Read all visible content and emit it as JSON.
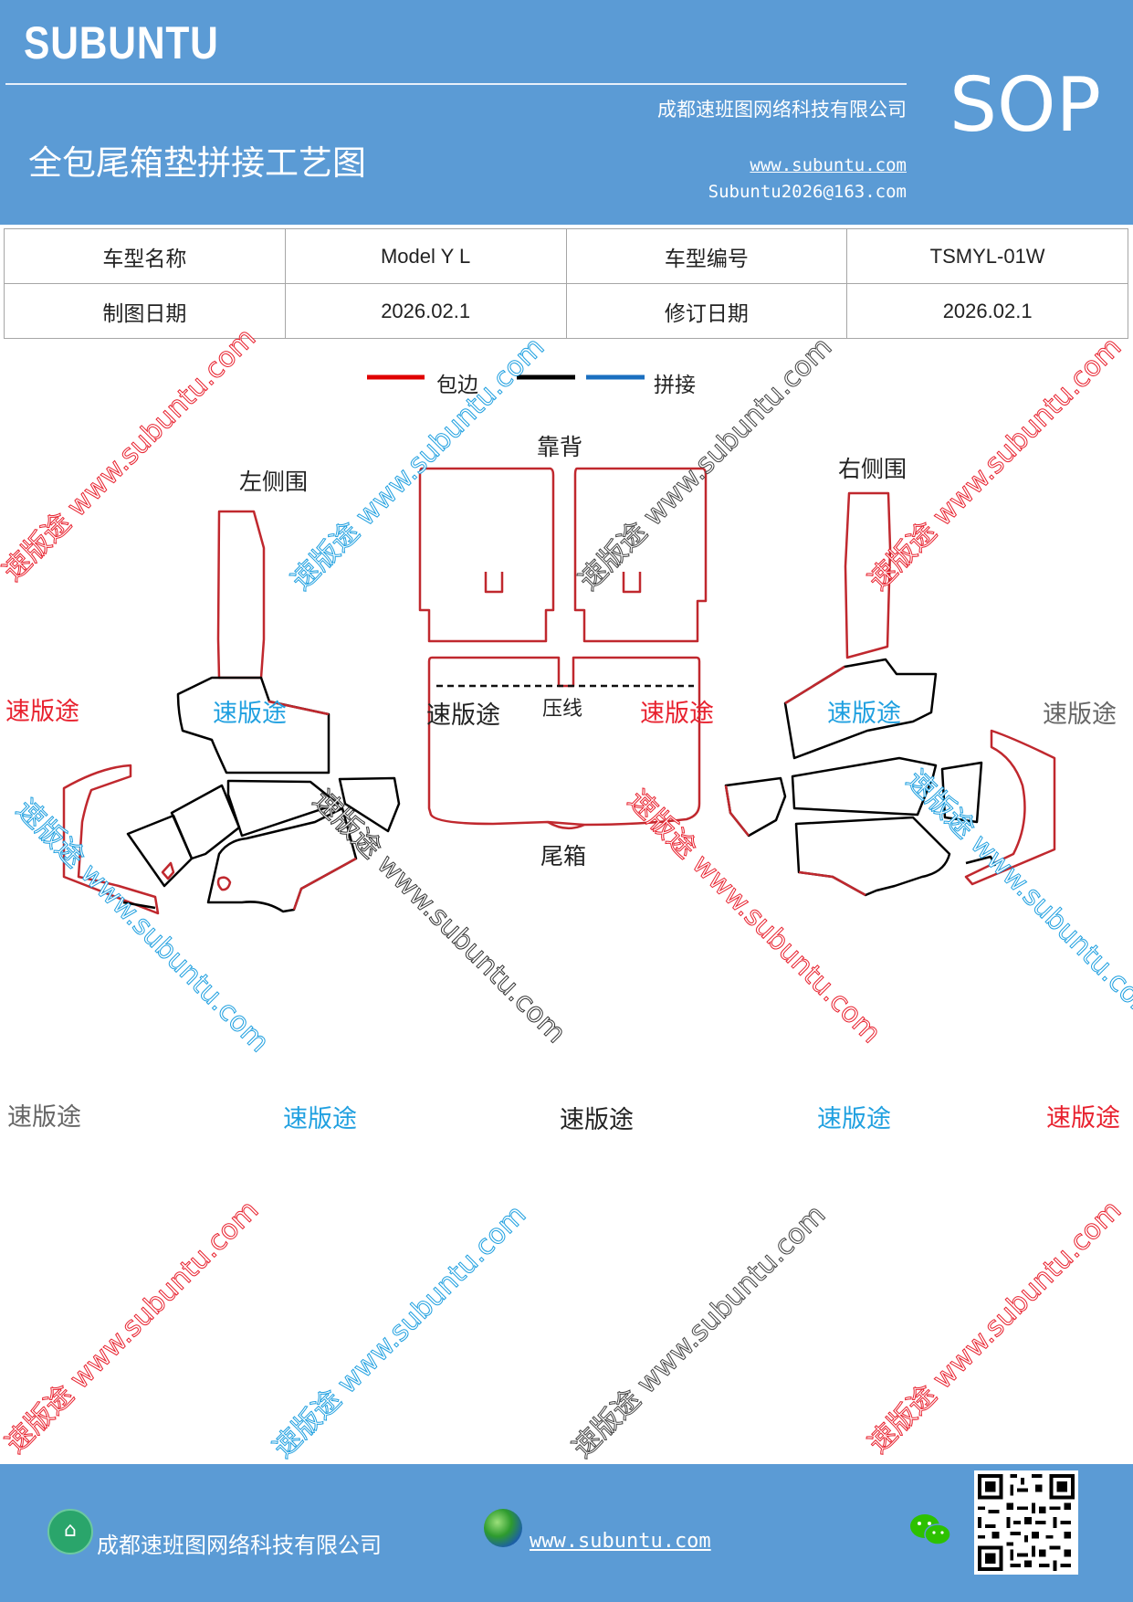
{
  "header": {
    "logo": "SUBUNTU",
    "doc_code": "SOP",
    "company": "成都速班图网络科技有限公司",
    "title": "全包尾箱垫拼接工艺图",
    "website": "www.subuntu.com",
    "email": "Subuntu2026@163.com",
    "bg_color": "#5b9bd5"
  },
  "info_table": {
    "rows": [
      [
        "车型名称",
        "Model Y L",
        "车型编号",
        "TSMYL-01W"
      ],
      [
        "制图日期",
        "2026.02.1",
        "修订日期",
        "2026.02.1"
      ]
    ]
  },
  "legend": {
    "items": [
      {
        "label": "包边",
        "color": "#e00000"
      },
      {
        "label": "",
        "color": "#000000"
      },
      {
        "label": "拼接",
        "color": "#1a6fc0"
      }
    ]
  },
  "diagram_labels": {
    "left_side": "左侧围",
    "backrest": "靠背",
    "right_side": "右侧围",
    "press_line": "压线",
    "trunk": "尾箱"
  },
  "watermarks": {
    "brand": "速版途",
    "diag_text": "速版途 www.subuntu.com",
    "red": "#e8212e",
    "blue": "#20a0e0",
    "gray": "#666666",
    "black": "#222222"
  },
  "footer": {
    "company": "成都速班图网络科技有限公司",
    "website": "www.subuntu.com",
    "bg_color": "#5b9bd5"
  }
}
